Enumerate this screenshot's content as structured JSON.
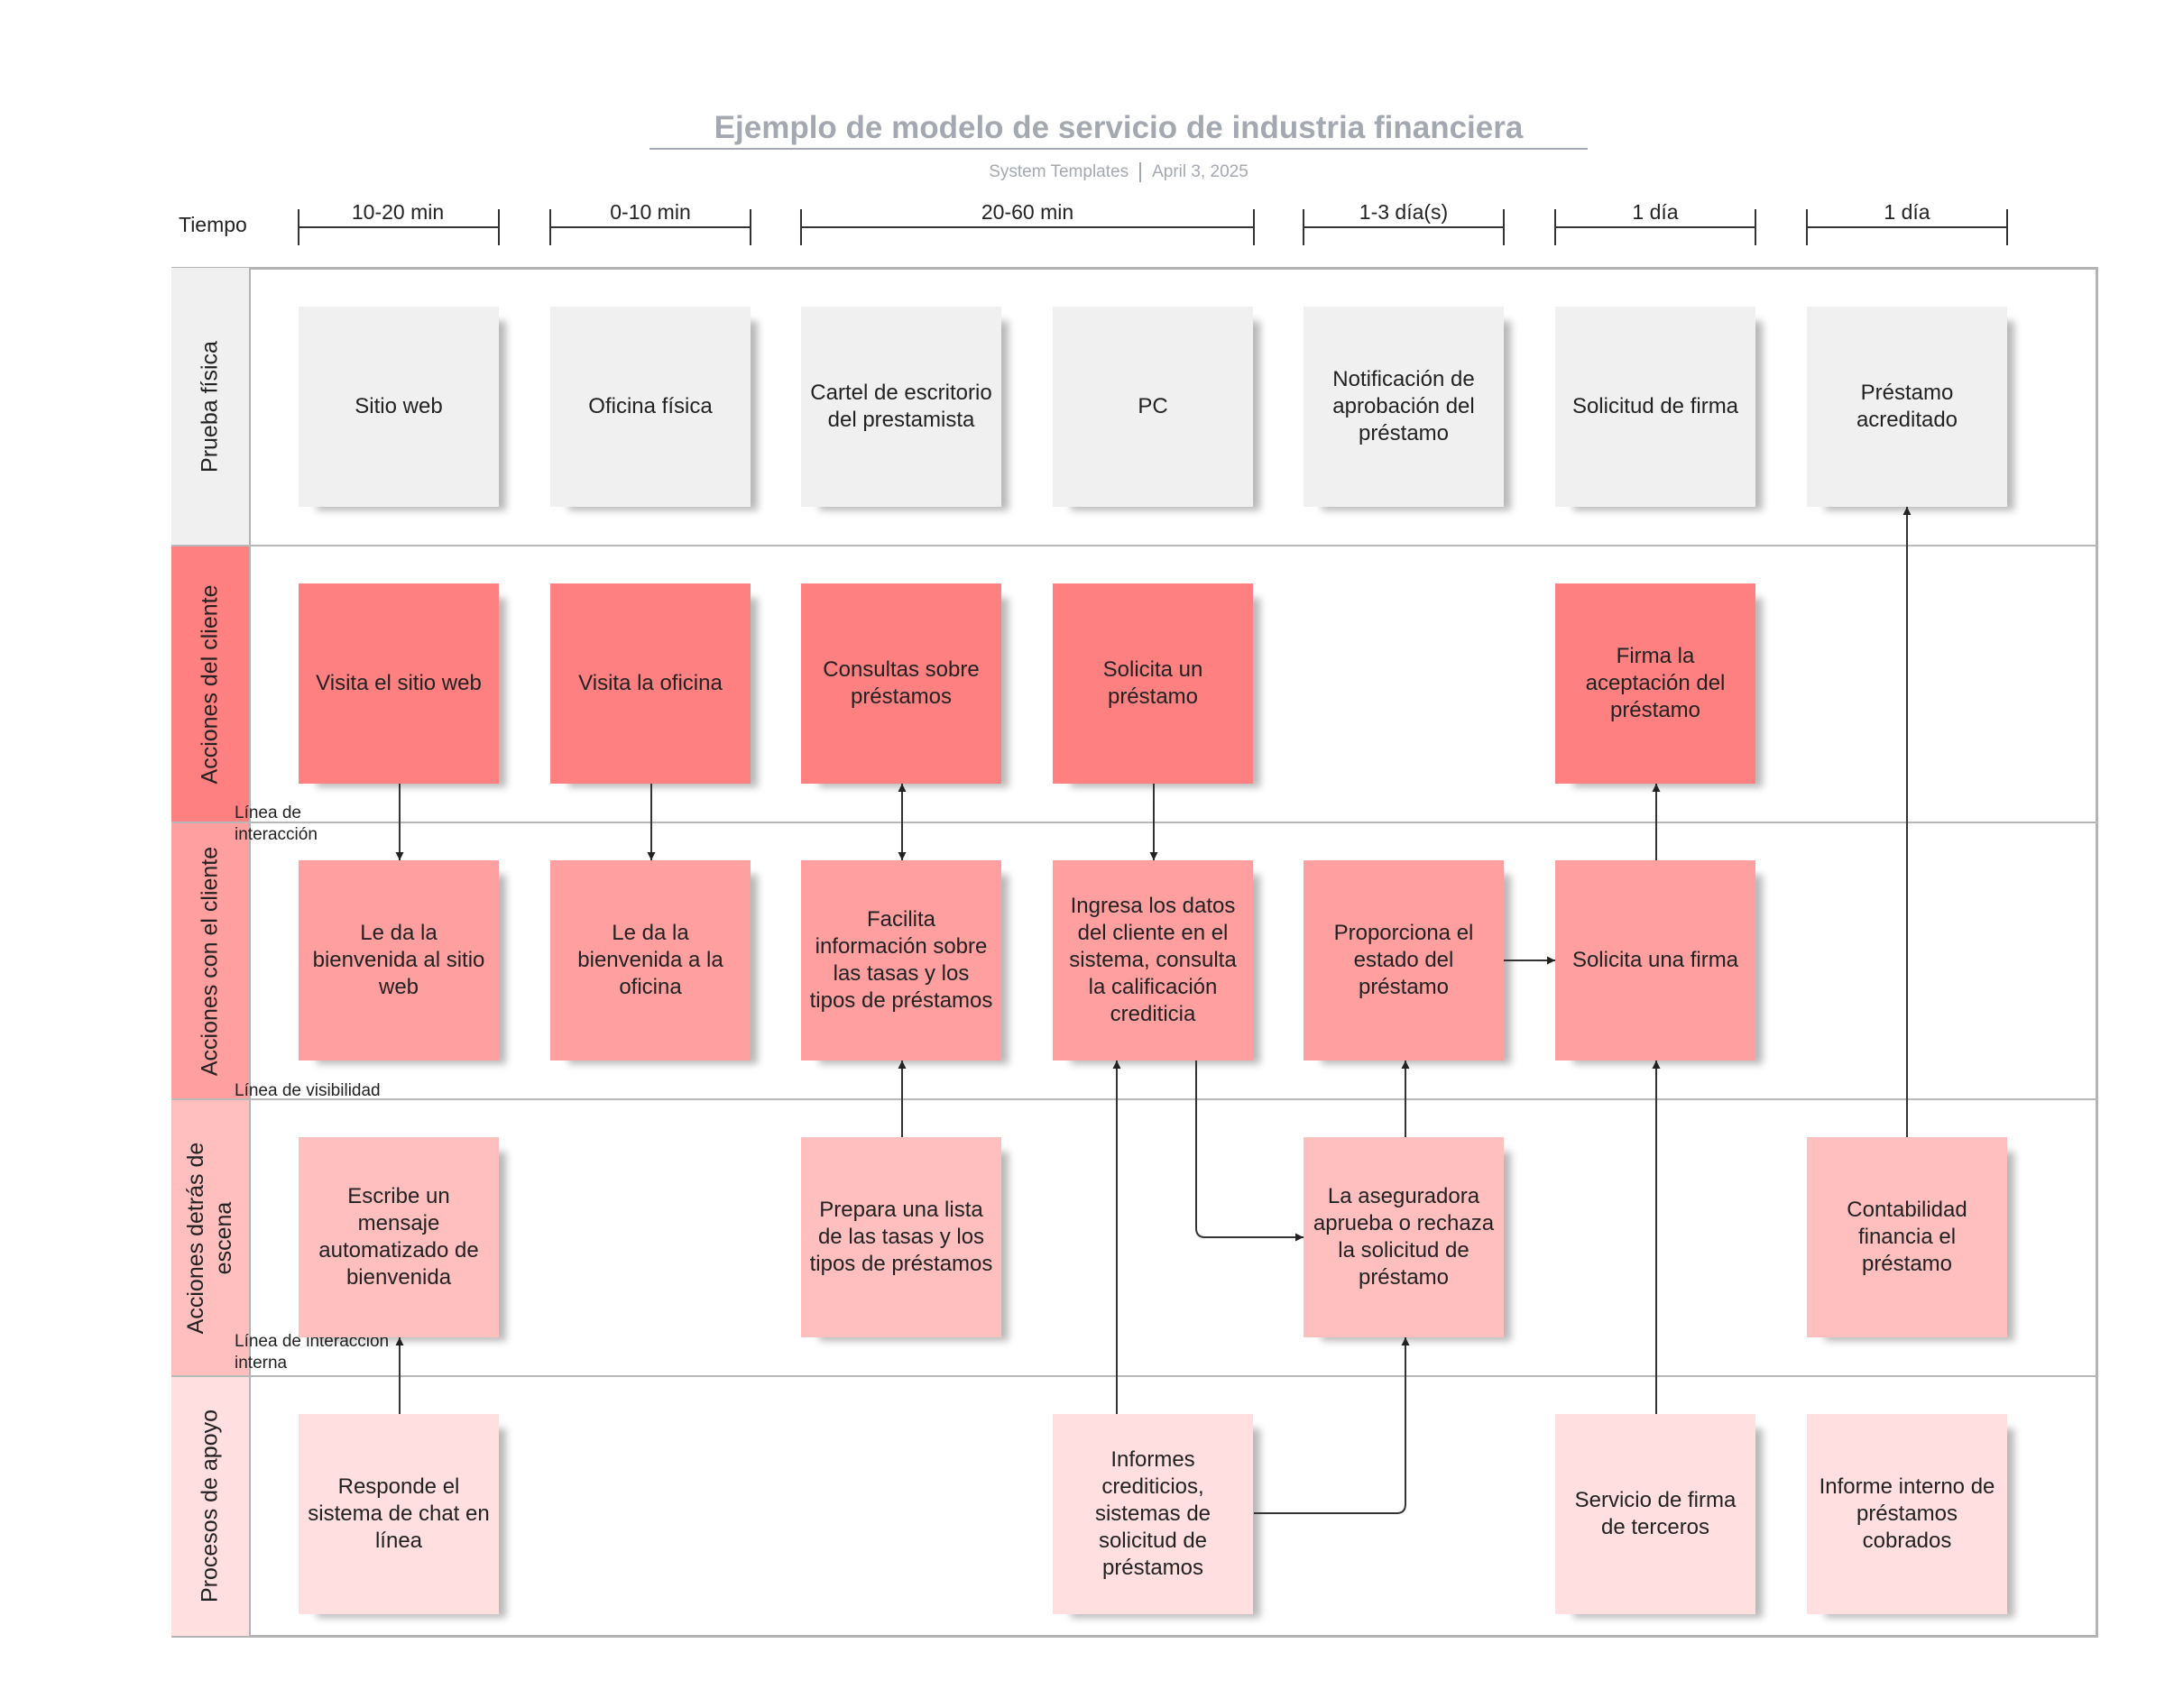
{
  "header": {
    "title": "Ejemplo de modelo de servicio de industria financiera",
    "source": "System Templates",
    "date": "April 3, 2025"
  },
  "time": {
    "label": "Tiempo",
    "segments": [
      "10-20 min",
      "0-10 min",
      "20-60 min",
      "1-3 día(s)",
      "1 día",
      "1 día"
    ]
  },
  "lanes": [
    "Prueba física",
    "Acciones del cliente",
    "Acciones con el cliente",
    "Acciones detrás de escena",
    "Procesos de apoyo"
  ],
  "lines": {
    "interaction": "Línea de interacción",
    "visibility": "Línea de visibilidad",
    "internal": "Línea de interacción interna"
  },
  "physical": [
    "Sitio web",
    "Oficina física",
    "Cartel de escritorio del prestamista",
    "PC",
    "Notificación de aprobación del préstamo",
    "Solicitud de firma",
    "Préstamo acreditado"
  ],
  "customer": {
    "visit_web": "Visita el sitio web",
    "visit_office": "Visita la oficina",
    "loan_queries": "Consultas sobre préstamos",
    "apply_loan": "Solicita un préstamo",
    "sign_accept": "Firma la aceptación del préstamo"
  },
  "onstage": {
    "welcome_web": "Le da la bienvenida al sitio web",
    "welcome_office": "Le da la bienvenida a la oficina",
    "provide_info": "Facilita información sobre las tasas y los tipos de préstamos",
    "enter_data": "Ingresa los datos del cliente en el sistema, consulta la calificación crediticia",
    "provide_status": "Proporciona el estado del préstamo",
    "request_sign": "Solicita una firma"
  },
  "backstage": {
    "auto_message": "Escribe un mensaje automatizado de bienvenida",
    "prepare_list": "Prepara una lista de las tasas y los tipos de préstamos",
    "insurer": "La aseguradora aprueba o rechaza la solicitud de préstamo",
    "accounting": "Contabilidad financia el préstamo"
  },
  "support": {
    "chat": "Responde el sistema de chat en línea",
    "credit_reports": "Informes crediticios, sistemas de solicitud de préstamos",
    "third_party_sign": "Servicio de firma de terceros",
    "internal_report": "Informe interno de préstamos cobrados"
  }
}
